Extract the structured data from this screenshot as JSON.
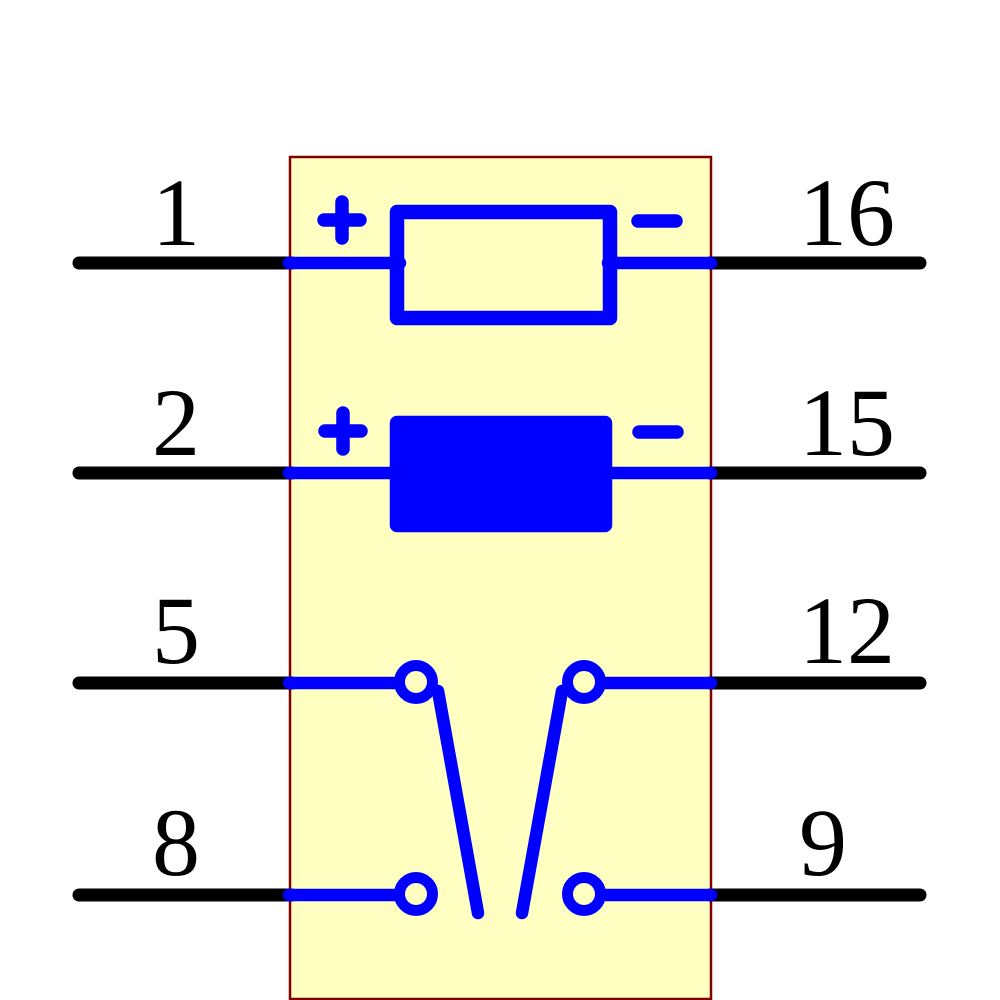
{
  "diagram": {
    "kind": "relay-schematic-symbol",
    "polarity_positive": "+",
    "polarity_negative": "−"
  },
  "colors": {
    "background": "#ffffff",
    "body_fill": "#ffffc2",
    "body_border": "#800000",
    "symbol": "#0000ff",
    "wire": "#000000",
    "pin_number": "#000000"
  },
  "pins": {
    "left": [
      "1",
      "2",
      "5",
      "8"
    ],
    "right": [
      "16",
      "15",
      "12",
      "9"
    ]
  }
}
